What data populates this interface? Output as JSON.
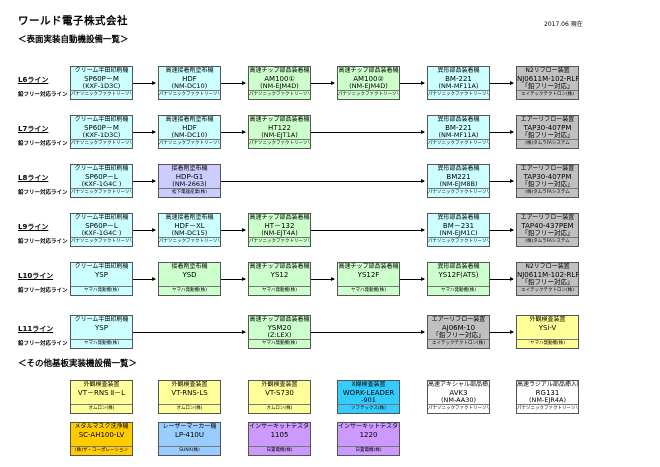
{
  "header": {
    "company": "ワールド電子株式会社",
    "date": "2017.06 現在",
    "section1": "＜表面実装自動機設備一覧＞",
    "section2": "＜その他基板実装機設備一覧＞"
  },
  "pb_free_label": "鉛フリー対応ライン",
  "colors": {
    "cyan": "#ccffff",
    "green": "#ccffcc",
    "purple": "#ccccff",
    "gray": "#c0c0c0",
    "yellow": "#ffff99",
    "orange": "#ffcc00",
    "sky": "#33ccff",
    "violet": "#cc99ff",
    "blue": "#99ccff"
  },
  "lines": [
    {
      "label": "L6ライン",
      "machines": [
        {
          "t1": "クリーム半田印刷機",
          "t2": "SP60P－M",
          "t3": "(KXF-1D3C)",
          "maker": "パナソニックファクトリーソリューションズ(株)"
        },
        {
          "t1": "高速接着剤塗布機",
          "t2": "HDF",
          "t3": "(NM-DC10)",
          "maker": "パナソニックファクトリーソリューションズ(株)"
        },
        {
          "t1": "高速チップ部品装着機",
          "t2": "AM100①",
          "t3": "(NM-EJM4D)",
          "maker": "パナソニックファクトリーソリューションズ(株)"
        },
        {
          "t1": "高速チップ部品装着機",
          "t2": "AM100②",
          "t3": "(NM-EJM4D)",
          "maker": "パナソニックファクトリーソリューションズ(株)"
        },
        {
          "t1": "異形部品装着機",
          "t2": "BM-221",
          "t3": "(NM-MF11A)",
          "maker": "パナソニックファクトリーソリューションズ(株)"
        },
        {
          "t1": "N2リフロー装置",
          "t2": "NJ0611M-102-RLF",
          "t3": "「鉛フリー対応」",
          "maker": "エイテックテクトロン(株)"
        }
      ]
    },
    {
      "label": "L7ライン",
      "machines": [
        {
          "t1": "クリーム半田印刷機",
          "t2": "SP60P－M",
          "t3": "(KXF-1D3C)",
          "maker": "パナソニックファクトリーソリューションズ(株)"
        },
        {
          "t1": "高速接着剤塗布機",
          "t2": "HDF",
          "t3": "(NM-DC10)",
          "maker": "パナソニックファクトリーソリューションズ(株)"
        },
        {
          "t1": "高速チップ部品装着機",
          "t2": "HT122",
          "t3": "(NM-EJT1A)",
          "maker": "パナソニックファクトリーソリューションズ(株)"
        },
        {
          "t1": "異形部品装着機",
          "t2": "BM-221",
          "t3": "(NM-MF11A)",
          "maker": "パナソニックファクトリーソリューションズ(株)"
        },
        {
          "t1": "エアーリフロー装置",
          "t2": "TAP30-407PM",
          "t3": "「鉛フリー対応」",
          "maker": "(株)タムラFAシステム"
        }
      ]
    },
    {
      "label": "L8ライン",
      "machines": [
        {
          "t1": "クリーム半田印刷機",
          "t2": "SP60P－L",
          "t3": "(KXF-1G4C )",
          "maker": "パナソニックファクトリーソリューションズ(株)"
        },
        {
          "t1": "接着剤塗布機",
          "t2": "HDP-G1",
          "t3": "(NM-2663)",
          "maker": "松下電器産業(株)"
        },
        {
          "t1": "異形部品装着機",
          "t2": "BM221",
          "t3": "(NM-EJM8B)",
          "maker": "パナソニックファクトリーソリューションズ(株)"
        },
        {
          "t1": "エアーリフロー装置",
          "t2": "TAP30-407PM",
          "t3": "「鉛フリー対応」",
          "maker": "(株)タムラFAシステム"
        }
      ]
    },
    {
      "label": "L9ライン",
      "machines": [
        {
          "t1": "クリーム半田印刷機",
          "t2": "SP60P－L",
          "t3": "(KXF-1G4C )",
          "maker": "パナソニックファクトリーソリューションズ(株)"
        },
        {
          "t1": "高速接着剤塗布機",
          "t2": "HDF－XL",
          "t3": "(NM-DC15)",
          "maker": "パナソニックファクトリーソリューションズ(株)"
        },
        {
          "t1": "高速チップ部品装着機",
          "t2": "HT－132",
          "t3": "(NM-EJT4A)",
          "maker": "パナソニックファクトリーソリューションズ(株)"
        },
        {
          "t1": "異形部品装着機",
          "t2": "BM－231",
          "t3": "(NM-EJM1C)",
          "maker": "パナソニックファクトリーソリューションズ(株)"
        },
        {
          "t1": "エアーリフロー装置",
          "t2": "TAP40-437PEM",
          "t3": "「鉛フリー対応」",
          "maker": "(株)タムラFAシステム"
        }
      ]
    },
    {
      "label": "L10ライン",
      "machines": [
        {
          "t1": "クリーム半田印刷機",
          "t2": "YSP",
          "maker": "ヤマハ発動機(株)"
        },
        {
          "t1": "接着剤塗布機",
          "t2": "YSD",
          "maker": "ヤマハ発動機(株)"
        },
        {
          "t1": "高速チップ部品装着機",
          "t2": "YS12",
          "maker": "ヤマハ発動機(株)"
        },
        {
          "t1": "高速チップ部品装着機",
          "t2": "YS12F",
          "maker": "ヤマハ発動機(株)"
        },
        {
          "t1": "異形部品装着機",
          "t2": "YS12F(ATS)",
          "maker": "ヤマハ発動機(株)"
        },
        {
          "t1": "N2リフロー装置",
          "t2": "NJ0611M-102-RLF",
          "t3": "「鉛フリー対応」",
          "maker": "エイテックテクトロン(株)"
        }
      ]
    },
    {
      "label": "L11ライン",
      "machines": [
        {
          "t1": "クリーム半田印刷機",
          "t2": "YSP",
          "maker": "ヤマハ発動機(株)"
        },
        {
          "t1": "高速チップ部品装着機",
          "t2": "YSM20",
          "t3": "(Z:LEX)",
          "maker": "ヤマハ発動機(株)"
        },
        {
          "t1": "エアーリフロー装置",
          "t2": "AJ06M-10",
          "t3": "「鉛フリー対応」",
          "maker": "エイテックテクトロン(株)"
        },
        {
          "t1": "外観検査装置",
          "t2": "YSi-V",
          "maker": "ヤマハ発動機(株)"
        }
      ]
    }
  ],
  "others": [
    {
      "t1": "外観検査装置",
      "t2": "VT－RNS Ⅱ－L",
      "maker": "オムロン(株)"
    },
    {
      "t1": "外観検査装置",
      "t2": "VT-RNS-LS",
      "maker": "オムロン(株)"
    },
    {
      "t1": "外観検査装置",
      "t2": "VT-S730",
      "maker": "オムロン(株)"
    },
    {
      "t1": "X線検査装置",
      "t2": "WORK-LEADER",
      "t3": "-901",
      "maker": "ソフテックス(株)"
    },
    {
      "t1": "高速アキシャル部品挿入機",
      "t2": "AVK3",
      "t3": "(NM-AA30)",
      "maker": "パナソニックファクトリーソリューションズ(株)"
    },
    {
      "t1": "高速ラジアル部品挿入機",
      "t2": "RG131",
      "t3": "(NM-EJR4A)",
      "maker": "パナソニックファクトリーソリューションズ(株)"
    },
    {
      "t1": "メタルマスク洗浄機",
      "t2": "SC-AH100-LV",
      "maker": "(株)ザ・コーポレーション"
    },
    {
      "t1": "レーザーマーカー機",
      "t2": "LP-410U",
      "maker": "SUNX(株)"
    },
    {
      "t1": "インサーキットテスター",
      "t2": "1105",
      "maker": "日置電機(株)"
    },
    {
      "t1": "インサーキットテスター",
      "t2": "1220",
      "maker": "日置電機(株)"
    }
  ]
}
